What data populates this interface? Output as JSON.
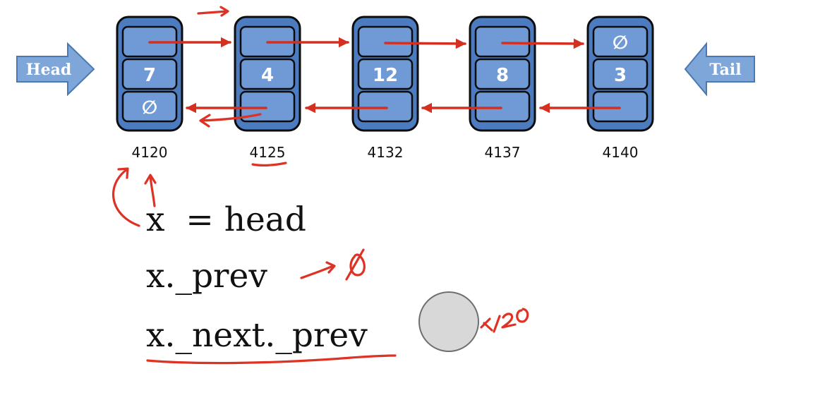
{
  "head_label": "Head",
  "tail_label": "Tail",
  "nodes": [
    {
      "next": "",
      "value": "7",
      "prev": "∅",
      "address": "4120"
    },
    {
      "next": "",
      "value": "4",
      "prev": "",
      "address": "4125"
    },
    {
      "next": "",
      "value": "12",
      "prev": "",
      "address": "4132"
    },
    {
      "next": "",
      "value": "8",
      "prev": "",
      "address": "4137"
    },
    {
      "next": "∅",
      "value": "3",
      "prev": "",
      "address": "4140"
    }
  ],
  "code": {
    "line1": "x  = head",
    "line2": "x._prev",
    "line3": "x._next._prev"
  },
  "annotations": {
    "prev_value": "∅",
    "next_prev_value": "4120"
  },
  "colors": {
    "node_outer": "#4d7bc0",
    "node_cell": "#6f9ad6",
    "node_border": "#0c0c0c",
    "pointer_arrow": "#d42f1f",
    "ink": "#de3224",
    "block_arrow": "#7ea6d8",
    "block_arrow_border": "#4a78b3",
    "cursor_fill": "#d8d8d8"
  }
}
